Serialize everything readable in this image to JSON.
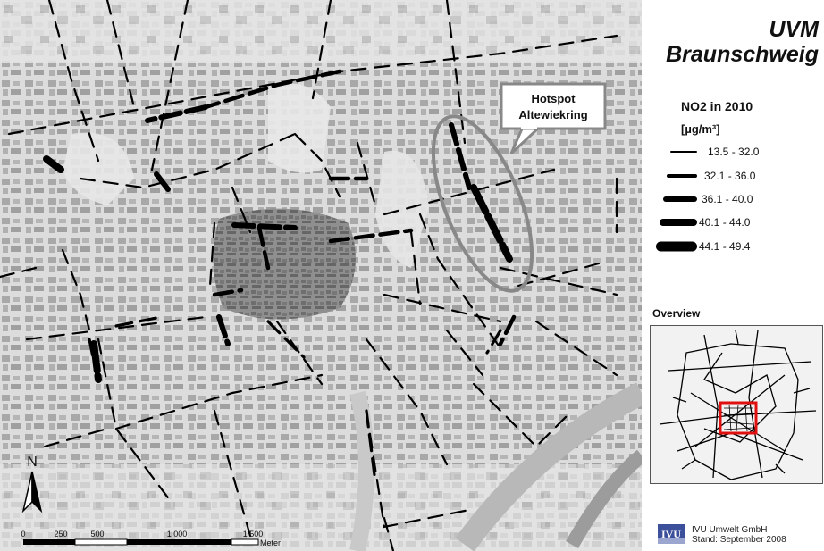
{
  "header": {
    "title_line1": "UVM",
    "title_line2": "Braunschweig"
  },
  "legend": {
    "title": "NO2 in 2010",
    "unit": "[µg/m³]",
    "classes": [
      {
        "label": "13.5 - 32.0",
        "weight": 1
      },
      {
        "label": "32.1 - 36.0",
        "weight": 2
      },
      {
        "label": "36.1 - 40.0",
        "weight": 3
      },
      {
        "label": "40.1 - 44.0",
        "weight": 4
      },
      {
        "label": "44.1 - 49.4",
        "weight": 5
      }
    ]
  },
  "callout": {
    "line1": "Hotspot",
    "line2": "Altewiekring"
  },
  "north_arrow": {
    "label": "N"
  },
  "scale_bar": {
    "ticks": [
      "0",
      "250",
      "500",
      "1 000",
      "1 500"
    ],
    "unit": "Meter"
  },
  "overview": {
    "label": "Overview"
  },
  "credits": {
    "line1": "IVU Umwelt GmbH",
    "line2": "Stand: September 2008",
    "logo_text": "IVU"
  },
  "colors": {
    "map_background": "#d9d9d9",
    "road": "#000000",
    "callout_outline": "#888888",
    "overview_highlight": "#e01010",
    "logo_blue": "#3b4f9a"
  }
}
